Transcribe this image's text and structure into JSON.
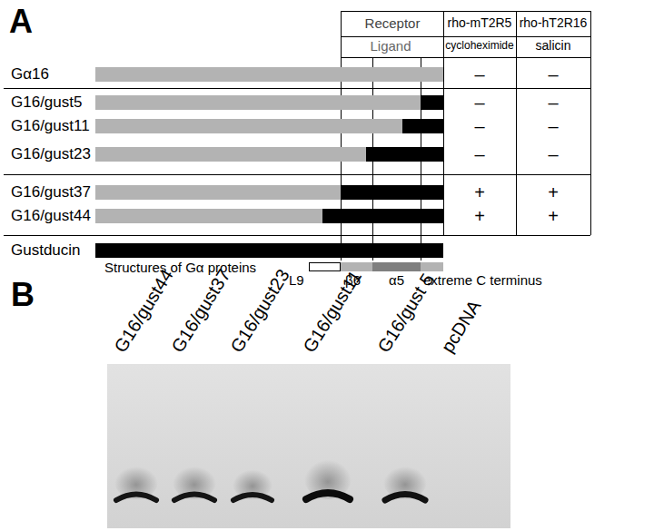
{
  "diagram": {
    "labels": [
      "A",
      "Receptor",
      "rho-mT2R5",
      "rho-hT2R16",
      "Ligand",
      "cycloheximide",
      "salicin",
      "Gα16",
      "–",
      "–",
      "G16/gust5",
      "–",
      "–",
      "G16/gust11",
      "–",
      "–",
      "G16/gust23",
      "–",
      "–",
      "G16/gust37",
      "+",
      "+",
      "G16/gust44",
      "+",
      "+",
      "Gustducin",
      "Structures of Gα proteins",
      "B",
      "G16/gust44",
      "G16/gust37",
      "G16/gust23",
      "G16/gust11",
      "G16/gust 5",
      "pcDNA"
    ],
    "legend": [
      {
        "text": "L9",
        "color": "#ffffff"
      },
      {
        "text": "β6",
        "color": "#b3b3b3"
      },
      {
        "text": "α5",
        "color": "#7f7f7f"
      },
      {
        "text": "extreme C terminus",
        "color": "#b3b3b3"
      }
    ]
  }
}
